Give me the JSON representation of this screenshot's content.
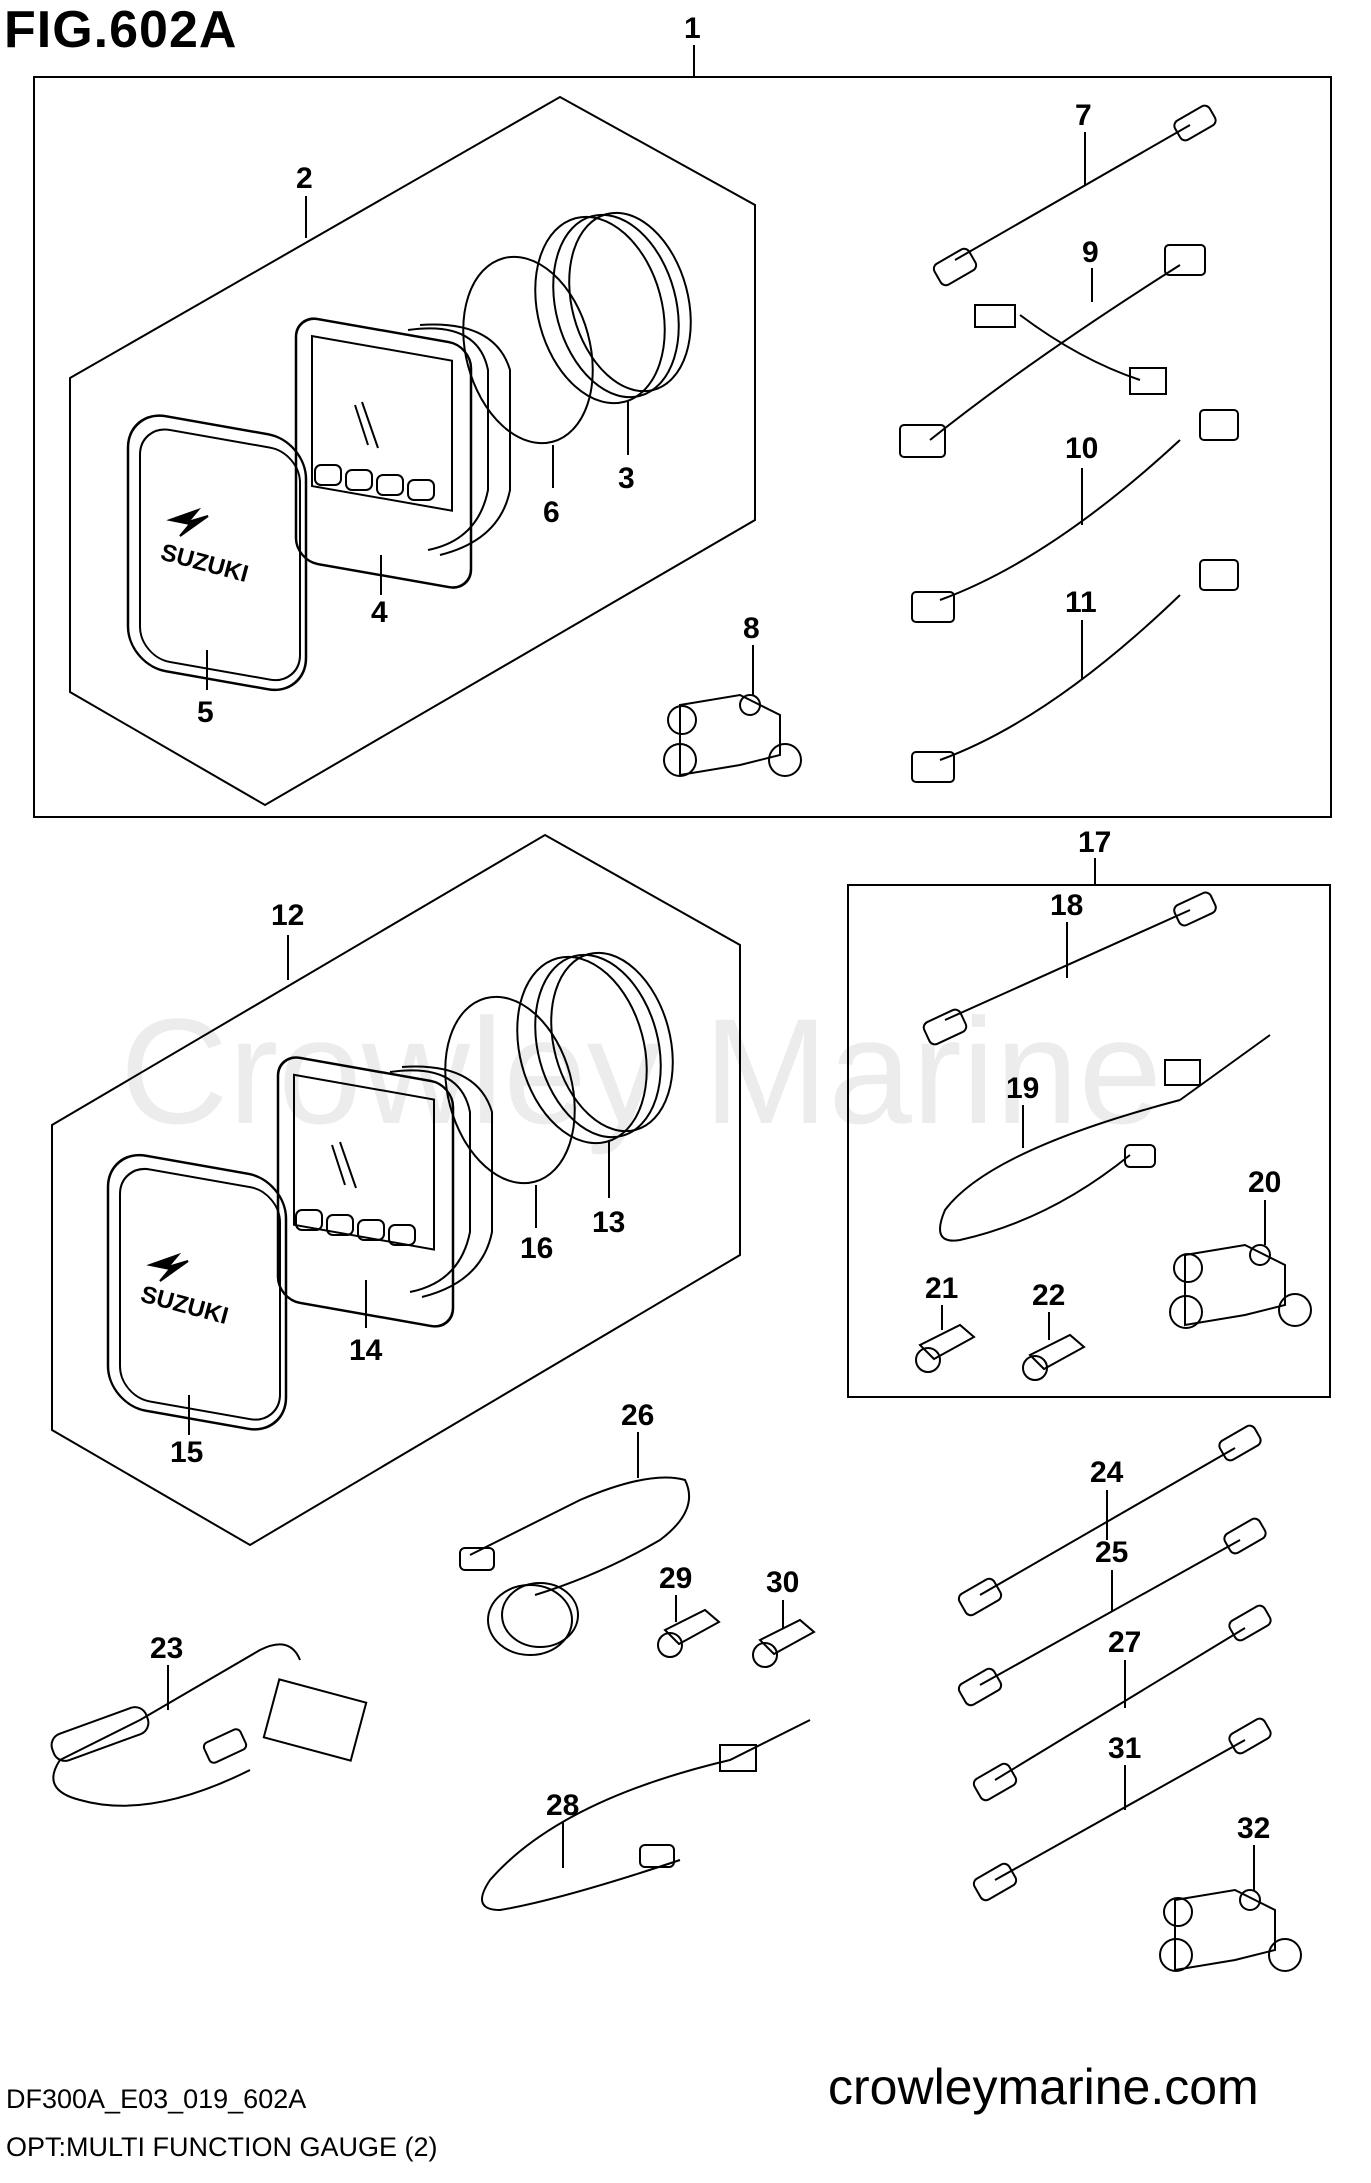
{
  "figure": {
    "title": "FIG.602A",
    "code": "DF300A_E03_019_602A",
    "description": "OPT:MULTI FUNCTION GAUGE (2)",
    "website": "crowleymarine.com",
    "watermark": "Crowley Marine"
  },
  "callouts": [
    {
      "id": "c1",
      "label": "1"
    },
    {
      "id": "c2",
      "label": "2"
    },
    {
      "id": "c3",
      "label": "3"
    },
    {
      "id": "c4",
      "label": "4"
    },
    {
      "id": "c5",
      "label": "5"
    },
    {
      "id": "c6",
      "label": "6"
    },
    {
      "id": "c7",
      "label": "7"
    },
    {
      "id": "c8",
      "label": "8"
    },
    {
      "id": "c9",
      "label": "9"
    },
    {
      "id": "c10",
      "label": "10"
    },
    {
      "id": "c11",
      "label": "11"
    },
    {
      "id": "c12",
      "label": "12"
    },
    {
      "id": "c13",
      "label": "13"
    },
    {
      "id": "c14",
      "label": "14"
    },
    {
      "id": "c15",
      "label": "15"
    },
    {
      "id": "c16",
      "label": "16"
    },
    {
      "id": "c17",
      "label": "17"
    },
    {
      "id": "c18",
      "label": "18"
    },
    {
      "id": "c19",
      "label": "19"
    },
    {
      "id": "c20",
      "label": "20"
    },
    {
      "id": "c21",
      "label": "21"
    },
    {
      "id": "c22",
      "label": "22"
    },
    {
      "id": "c23",
      "label": "23"
    },
    {
      "id": "c24",
      "label": "24"
    },
    {
      "id": "c25",
      "label": "25"
    },
    {
      "id": "c26",
      "label": "26"
    },
    {
      "id": "c27",
      "label": "27"
    },
    {
      "id": "c28",
      "label": "28"
    },
    {
      "id": "c29",
      "label": "29"
    },
    {
      "id": "c30",
      "label": "30"
    },
    {
      "id": "c31",
      "label": "31"
    },
    {
      "id": "c32",
      "label": "32"
    }
  ],
  "bezel_brand": "SUZUKI"
}
